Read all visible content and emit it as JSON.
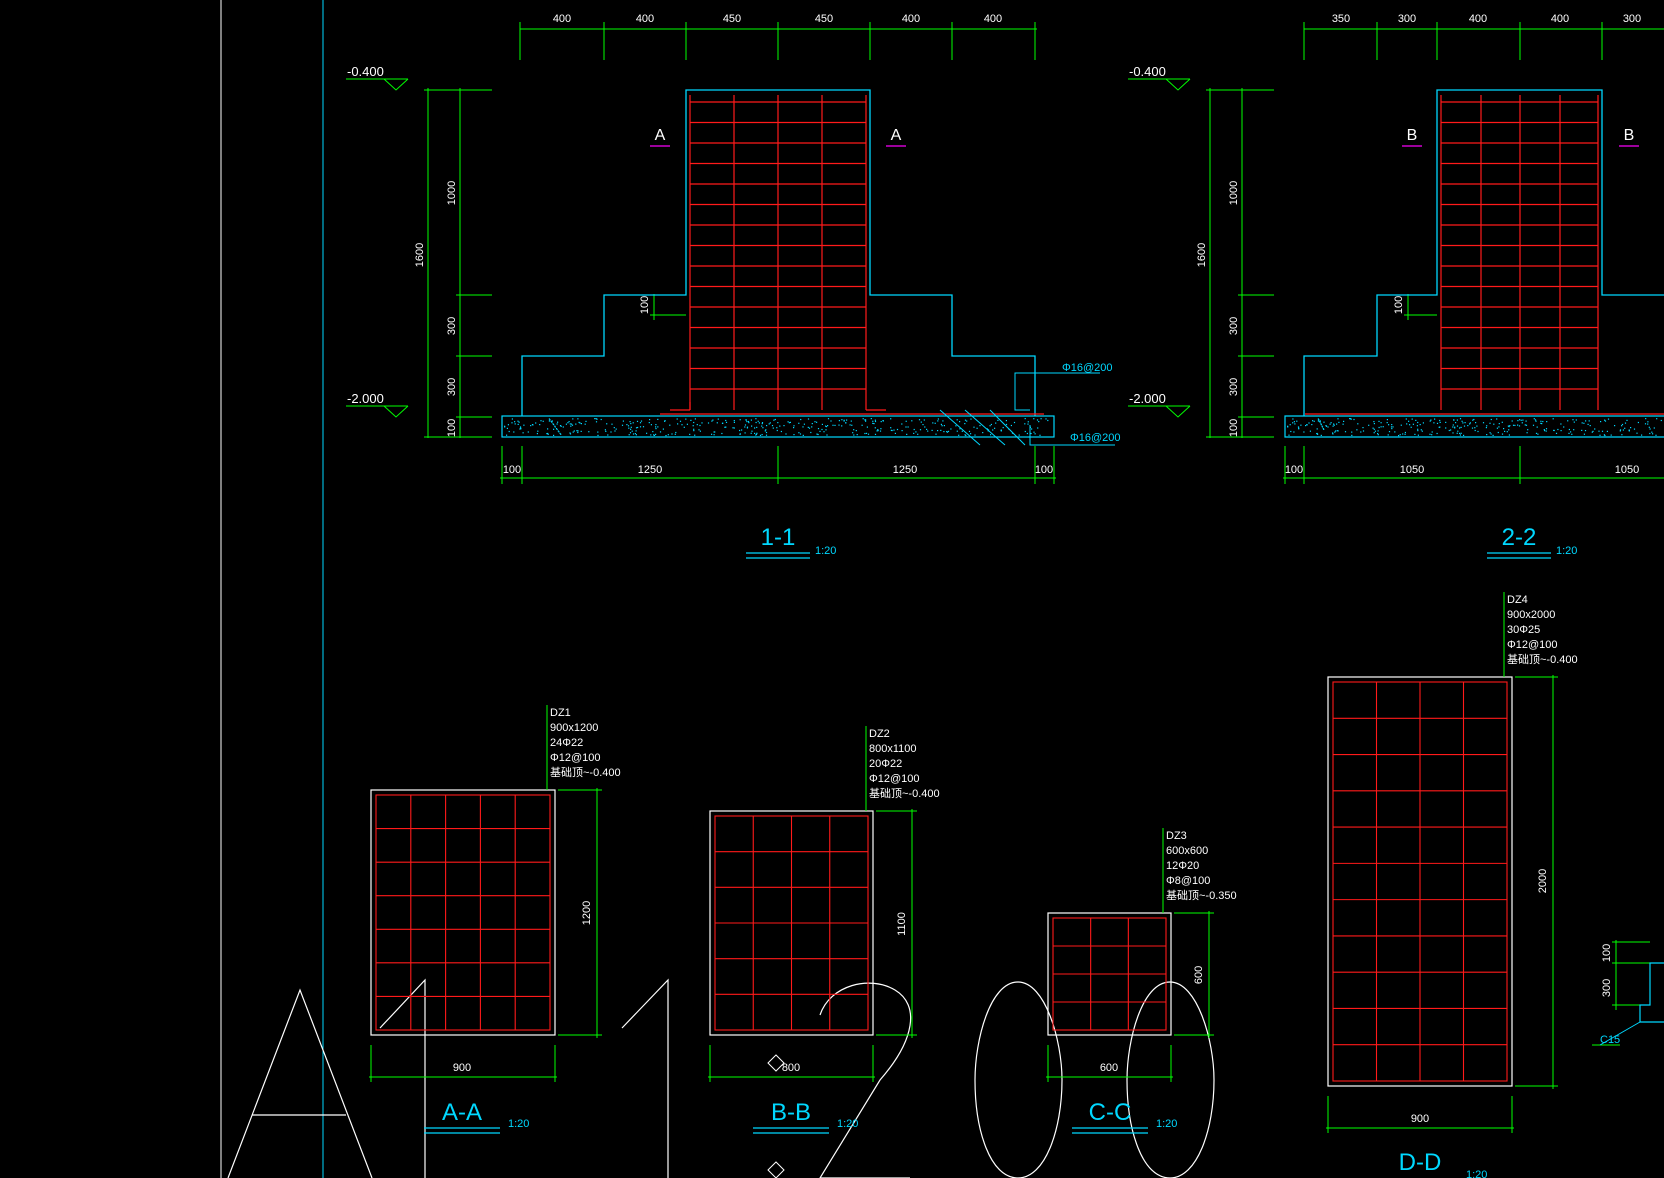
{
  "colors": {
    "background": "#000000",
    "concrete_outline": "#00d8ff",
    "rebar": "#ff1a1a",
    "dimension": "#00ff00",
    "text": "#ffffff",
    "title": "#00d8ff",
    "section_marker_bar": "#d000d0"
  },
  "section_1_1": {
    "title": "1-1",
    "scale": "1:20",
    "top_dims": [
      "400",
      "400",
      "450",
      "450",
      "400",
      "400"
    ],
    "left_dims": [
      "1600",
      "1000",
      "300",
      "300",
      "100"
    ],
    "step_dim": "100",
    "bottom_dims": [
      "100",
      "1250",
      "1250",
      "100"
    ],
    "level_top": "-0.400",
    "level_bottom": "-2.000",
    "marker": "A",
    "rebar_label_1": "Φ16@200",
    "rebar_label_2": "Φ16@200"
  },
  "section_2_2": {
    "title": "2-2",
    "scale": "1:20",
    "top_dims": [
      "350",
      "300",
      "400",
      "400",
      "300"
    ],
    "left_dims": [
      "1600",
      "1000",
      "300",
      "300",
      "100"
    ],
    "step_dim": "100",
    "bottom_dims": [
      "100",
      "1050",
      "1050"
    ],
    "level_top": "-0.400",
    "level_bottom": "-2.000",
    "marker": "B"
  },
  "section_a_a": {
    "title": "A-A",
    "scale": "1:20",
    "notes": [
      "DZ1",
      "900x1200",
      "24Φ22",
      "Φ12@100",
      "基础顶~-0.400"
    ],
    "width_dim": "900",
    "height_dim": "1200"
  },
  "section_b_b": {
    "title": "B-B",
    "scale": "1:20",
    "notes": [
      "DZ2",
      "800x1100",
      "20Φ22",
      "Φ12@100",
      "基础顶~-0.400"
    ],
    "width_dim": "800",
    "height_dim": "1100"
  },
  "section_c_c": {
    "title": "C-C",
    "scale": "1:20",
    "notes": [
      "DZ3",
      "600x600",
      "12Φ20",
      "Φ8@100",
      "基础顶~-0.350"
    ],
    "width_dim": "600",
    "height_dim": "600"
  },
  "section_d_d": {
    "title": "D-D",
    "scale": "1:20",
    "notes": [
      "DZ4",
      "900x2000",
      "30Φ25",
      "Φ12@100",
      "基础顶~-0.400"
    ],
    "width_dim": "900",
    "height_dim": "2000"
  },
  "partial_right": {
    "dims": [
      "100",
      "300"
    ],
    "label": "C15"
  },
  "sheet_stamp": {
    "glyphs": [
      "A",
      "1",
      "1",
      "2",
      "0",
      "0"
    ]
  }
}
